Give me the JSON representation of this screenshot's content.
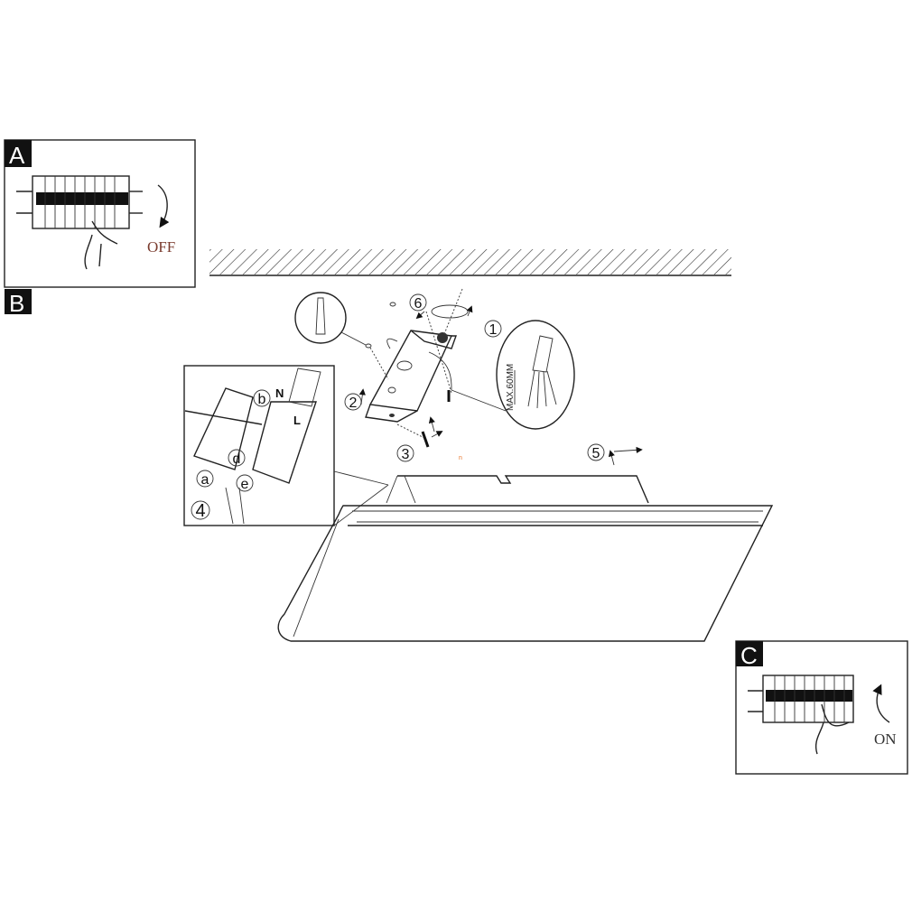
{
  "panels": {
    "a": {
      "label": "A",
      "state_text": "OFF"
    },
    "b": {
      "label": "B"
    },
    "c": {
      "label": "C",
      "state_text": "ON"
    }
  },
  "steps": [
    "1",
    "2",
    "3",
    "4",
    "5",
    "6"
  ],
  "wiring_steps": [
    "a",
    "b",
    "d",
    "e"
  ],
  "terminals": {
    "neutral": "N",
    "live": "L"
  },
  "cable_note": "MAX.60MM",
  "stray_mark": "n",
  "colors": {
    "line": "#222222",
    "off_text": "#7a3b2e",
    "stray_mark": "#e8742a"
  }
}
